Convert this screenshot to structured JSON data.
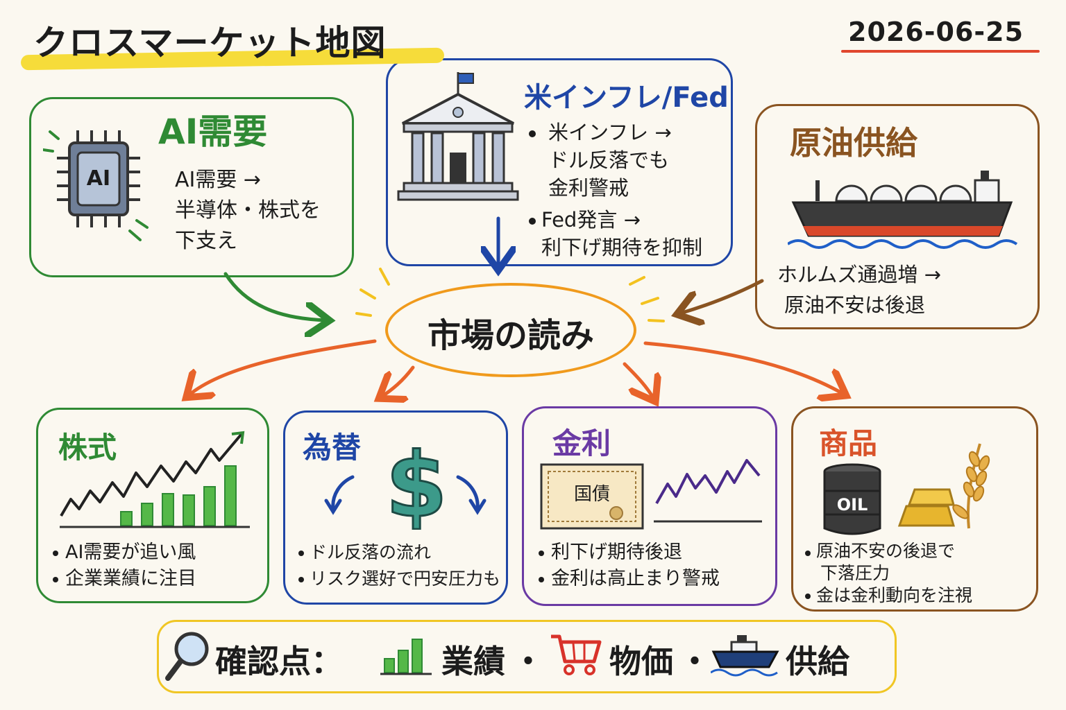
{
  "header": {
    "title": "クロスマーケット地図",
    "date": "2026-06-25"
  },
  "drivers": {
    "ai": {
      "title": "AI需要",
      "chip_label": "AI",
      "lines": [
        "AI需要 →",
        "半導体・株式を",
        "下支え"
      ],
      "color": "#2f8a34"
    },
    "fed": {
      "title": "米インフレ/Fed",
      "bullets": [
        "米インフレ →",
        "ドル反落でも",
        "金利警戒",
        "Fed発言 →",
        "利下げ期待を抑制"
      ],
      "color": "#1f46a6"
    },
    "oil": {
      "title": "原油供給",
      "lines": [
        "ホルムズ通過増 →",
        "原油不安は後退"
      ],
      "color": "#8a5421"
    }
  },
  "center": {
    "label": "市場の読み",
    "color": "#f09a1c"
  },
  "outcomes": {
    "stocks": {
      "title": "株式",
      "bullets": [
        "AI需要が追い風",
        "企業業績に注目"
      ],
      "color": "#2f8a34"
    },
    "fx": {
      "title": "為替",
      "bullets": [
        "ドル反落の流れ",
        "リスク選好で円安圧力も"
      ],
      "color": "#1f46a6"
    },
    "rates": {
      "title": "金利",
      "bond_label": "国債",
      "bullets": [
        "利下げ期待後退",
        "金利は高止まり警戒"
      ],
      "color": "#6a3aa4"
    },
    "commodities": {
      "title": "商品",
      "barrel_label": "OIL",
      "bullets": [
        "原油不安の後退で",
        "下落圧力",
        "金は金利動向を注視"
      ],
      "color": "#d9532a"
    }
  },
  "checkpoints": {
    "label": "確認点：",
    "items": [
      "業績",
      "物価",
      "供給"
    ],
    "separator": "・",
    "color": "#f0c624"
  },
  "icons": {
    "ai": "ai-chip-icon",
    "fed": "central-bank-building-icon",
    "oil": "oil-tanker-ship-icon",
    "stocks": "rising-stock-chart-icon",
    "fx": "dollar-exchange-icon",
    "rates": "bond-certificate-icon",
    "commodities": "oil-barrel-gold-wheat-icon",
    "search": "magnifier-icon",
    "earnings": "bar-chart-icon",
    "prices": "shopping-cart-icon",
    "supply": "ship-icon"
  }
}
